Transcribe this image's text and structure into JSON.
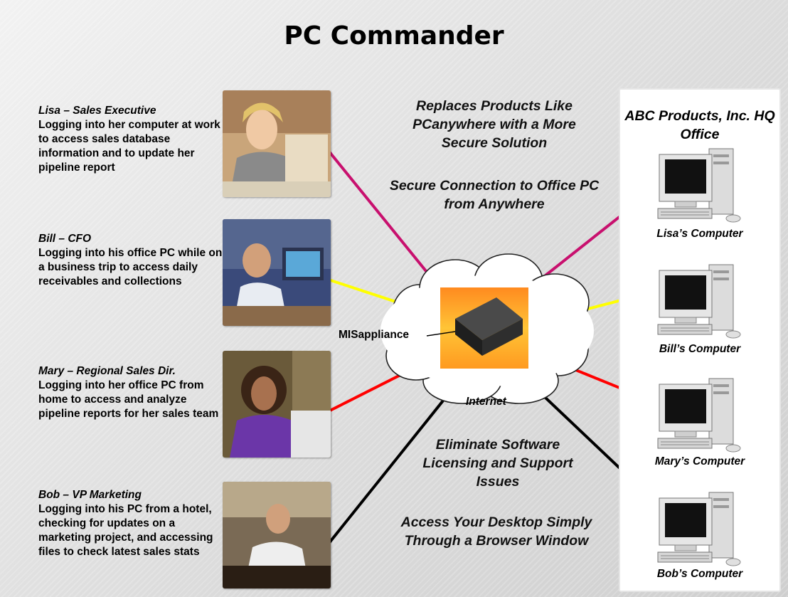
{
  "title": "PC Commander",
  "personas": [
    {
      "name": "Lisa – Sales Executive",
      "description": "Logging into her computer at work to access sales database information and to update her pipeline report"
    },
    {
      "name": "Bill – CFO",
      "description": "Logging into his office PC while on a business trip to access daily receivables and collections"
    },
    {
      "name": "Mary – Regional Sales Dir.",
      "description": "Logging into her office PC from home to access and analyze pipeline reports for her sales team"
    },
    {
      "name": "Bob – VP Marketing",
      "description": "Logging into his PC from a hotel, checking for updates on a marketing project, and accessing files to check latest sales stats"
    }
  ],
  "messages": [
    "Replaces Products Like PCanywhere with a More Secure Solution",
    "Secure Connection to Office PC from Anywhere",
    "Eliminate Software Licensing and Support Issues",
    "Access Your Desktop Simply Through a Browser Window"
  ],
  "hub": {
    "label": "MISappliance",
    "network_label": "Internet"
  },
  "hq": {
    "title": "ABC Products, Inc. HQ Office",
    "computers": [
      "Lisa’s Computer",
      "Bill’s Computer",
      "Mary’s Computer",
      "Bob’s Computer"
    ]
  },
  "link_colors": {
    "lisa": "#c8106e",
    "bill": "#ffff00",
    "mary": "#ff0000",
    "bob": "#000000"
  },
  "icons": {
    "photos": "person-photo",
    "computers": "desktop-computer-icon",
    "hub": "network-appliance-icon",
    "network": "cloud-icon"
  }
}
